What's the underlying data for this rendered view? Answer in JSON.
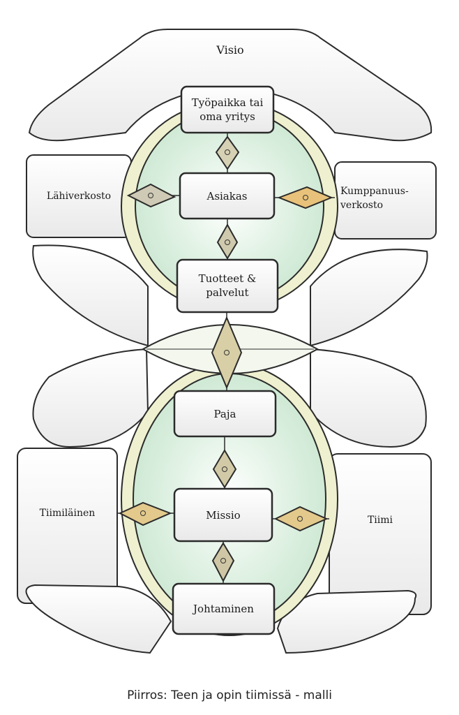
{
  "title": "Visio",
  "nodes": {
    "workplace": "Työpaikka tai oma yritys",
    "customer": "Asiakas",
    "products": "Tuotteet & palvelut",
    "workshop": "Paja",
    "mission": "Missio",
    "leadership": "Johtaminen",
    "local_network": "Lähiverkosto",
    "partnership_network": "Kumppanuus-verkosto",
    "team_member": "Tiimiläinen",
    "team": "Tiimi"
  },
  "caption": "Piirros: Teen ja opin tiimissä - malli",
  "colors": {
    "outline": "#2b2b2b",
    "box_fill": "#f7f7f7",
    "green_wash": "#d6eedc",
    "yellow_band": "#eef0cf",
    "diamond_grey": "#c9c3a8",
    "diamond_orange": "#e8c27a"
  }
}
